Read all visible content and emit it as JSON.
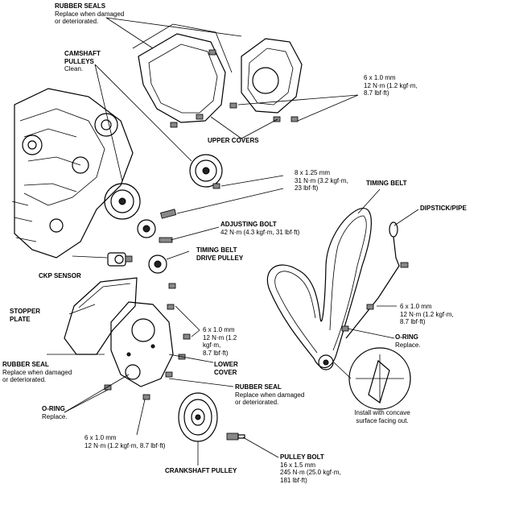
{
  "labels": {
    "rubber_seals_top": {
      "name": "RUBBER SEALS",
      "lines": [
        "Replace when damaged",
        "or deteriorated."
      ]
    },
    "camshaft_pulleys": {
      "name": "CAMSHAFT",
      "name2": "PULLEYS",
      "note": "Clean."
    },
    "spec_upper": {
      "lines": [
        "6 x 1.0 mm",
        "12 N·m (1.2 kgf·m,",
        "8.7 lbf·ft)"
      ]
    },
    "upper_covers": {
      "name": "UPPER COVERS"
    },
    "spec_adjuster": {
      "lines": [
        "8 x 1.25 mm",
        "31 N·m (3.2 kgf·m,",
        "23 lbf·ft)"
      ]
    },
    "timing_belt": {
      "name": "TIMING BELT"
    },
    "adjusting_bolt": {
      "name": "ADJUSTING BOLT",
      "spec": "42 N·m (4.3 kgf·m, 31 lbf·ft)"
    },
    "dipstick_pipe": {
      "name": "DIPSTICK/PIPE"
    },
    "timing_belt_drive_pulley": {
      "name": "TIMING BELT",
      "name2": "DRIVE PULLEY"
    },
    "ckp_sensor": {
      "name": "CKP SENSOR"
    },
    "stopper_plate": {
      "name": "STOPPER",
      "name2": "PLATE"
    },
    "spec_dipstick": {
      "lines": [
        "6 x 1.0 mm",
        "12 N·m (1.2 kgf·m,",
        "8.7 lbf·ft)"
      ]
    },
    "spec_lower": {
      "lines": [
        "6 x 1.0 mm",
        "12 N·m (1.2",
        "kgf·m,",
        "8.7 lbf·ft)"
      ]
    },
    "o_ring_right": {
      "name": "O-RING",
      "note": "Replace."
    },
    "rubber_seal_left": {
      "name": "RUBBER SEAL",
      "lines": [
        "Replace when damaged",
        "or deteriorated."
      ]
    },
    "lower_cover": {
      "name": "LOWER",
      "name2": "COVER"
    },
    "rubber_seal_center": {
      "name": "RUBBER SEAL",
      "lines": [
        "Replace when damaged",
        "or deteriorated."
      ]
    },
    "o_ring_left": {
      "name": "O-RING",
      "note": "Replace."
    },
    "install_note": {
      "lines": [
        "Install with concave",
        "surface facing out."
      ]
    },
    "spec_crank": {
      "lines": [
        "6 x 1.0 mm",
        "12 N·m (1.2 kgf·m, 8.7 lbf·ft)"
      ]
    },
    "pulley_bolt": {
      "name": "PULLEY BOLT",
      "lines": [
        "16 x 1.5 mm",
        "245 N·m (25.0 kgf·m,",
        "181 lbf·ft)"
      ]
    },
    "crankshaft_pulley": {
      "name": "CRANKSHAFT PULLEY"
    }
  }
}
